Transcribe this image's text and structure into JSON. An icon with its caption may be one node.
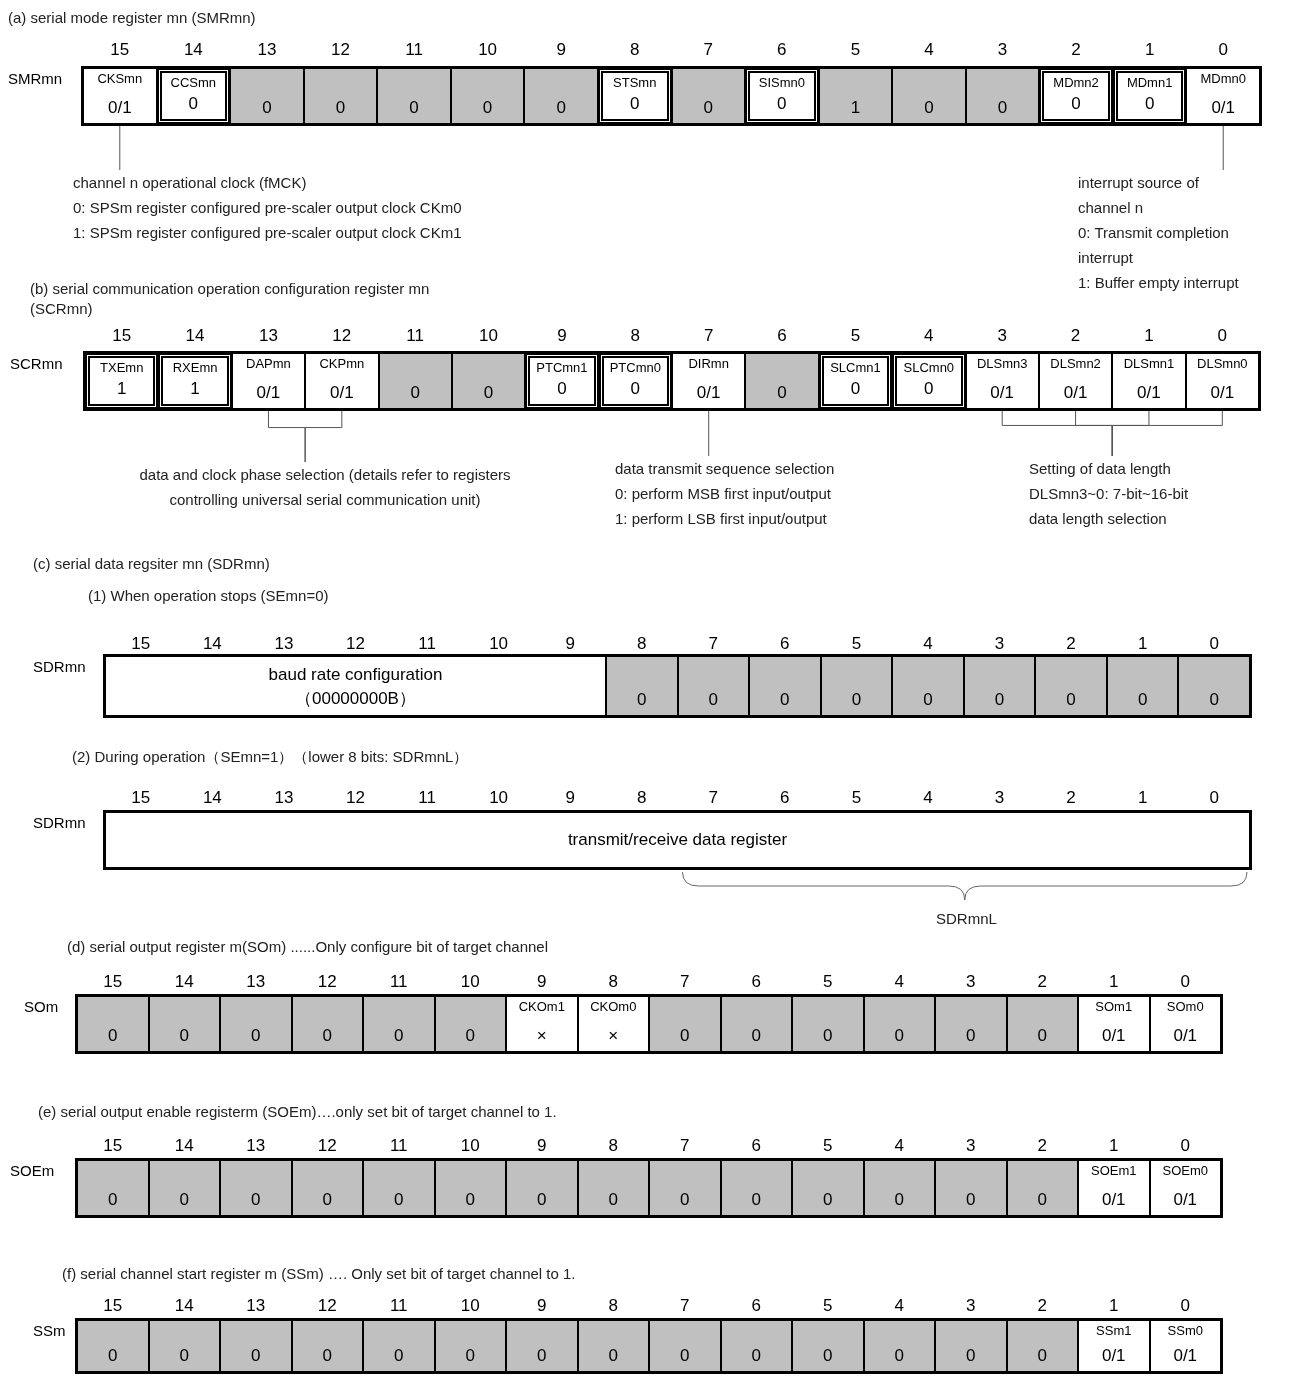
{
  "diagram": {
    "nodes": [
      {
        "text": [
          "SMRmn"
        ]
      },
      {
        "text": [
          "CKSmn",
          "0/1"
        ],
        "in": 0
      },
      {
        "text": [
          "CCSmn",
          "0"
        ],
        "in": 0
      },
      {
        "text": [
          "0"
        ],
        "in": 0
      },
      {
        "text": [
          "0"
        ],
        "in": 0
      },
      {
        "text": [
          "0"
        ],
        "in": 0
      },
      {
        "text": [
          "0"
        ],
        "in": 0
      },
      {
        "text": [
          "0"
        ],
        "in": 0
      },
      {
        "text": [
          "STSmn",
          "0"
        ],
        "in": 0
      },
      {
        "text": [
          "0"
        ],
        "in": 0
      },
      {
        "text": [
          "SISmn0",
          "0"
        ],
        "in": 0
      },
      {
        "text": [
          "1"
        ],
        "in": 0
      },
      {
        "text": [
          "0"
        ],
        "in": 0
      },
      {
        "text": [
          "0"
        ],
        "in": 0
      },
      {
        "text": [
          "MDmn2",
          "0"
        ],
        "in": 0
      },
      {
        "text": [
          "MDmn1",
          "0"
        ],
        "in": 0
      },
      {
        "text": [
          "MDmn0",
          "0/1"
        ],
        "in": 0
      },
      {
        "text": [
          "channel n operational clock (fMCK)",
          "0: SPSm register configured pre-scaler output clock CKm0",
          "1: SPSm register configured pre-scaler output clock CKm1"
        ]
      },
      {
        "text": [
          "interrupt source of channel n",
          "0: Transmit completion interrupt",
          "1: Buffer empty interrupt"
        ]
      },
      {
        "text": [
          "SCRmn"
        ]
      },
      {
        "text": [
          "TXEmn",
          "1"
        ],
        "in": 19
      },
      {
        "text": [
          "RXEmn",
          "1"
        ],
        "in": 19
      },
      {
        "text": [
          "DAPmn",
          "0/1"
        ],
        "in": 19
      },
      {
        "text": [
          "CKPmn",
          "0/1"
        ],
        "in": 19
      },
      {
        "text": [
          "0"
        ],
        "in": 19
      },
      {
        "text": [
          "0"
        ],
        "in": 19
      },
      {
        "text": [
          "PTCmn1",
          "0"
        ],
        "in": 19
      },
      {
        "text": [
          "PTCmn0",
          "0"
        ],
        "in": 19
      },
      {
        "text": [
          "DIRmn",
          "0/1"
        ],
        "in": 19
      },
      {
        "text": [
          "0"
        ],
        "in": 19
      },
      {
        "text": [
          "SLCmn1",
          "0"
        ],
        "in": 19
      },
      {
        "text": [
          "SLCmn0",
          "0"
        ],
        "in": 19
      },
      {
        "text": [
          "DLSmn3",
          "0/1"
        ],
        "in": 19
      },
      {
        "text": [
          "DLSmn2",
          "0/1"
        ],
        "in": 19
      },
      {
        "text": [
          "DLSmn1",
          "0/1"
        ],
        "in": 19
      },
      {
        "text": [
          "DLSmn0",
          "0/1"
        ],
        "in": 19
      },
      {
        "text": [
          "data and clock phase selection (details refer to registers controlling universal serial communication unit)"
        ]
      },
      {
        "text": [
          "data transmit sequence selection",
          "0: perform MSB first input/output",
          "1: perform LSB first input/output"
        ]
      },
      {
        "text": [
          "Setting of data length",
          "DLSmn3~0: 7-bit~16-bit data length selection"
        ]
      },
      {
        "text": [
          "SDRmn"
        ]
      },
      {
        "text": [
          "baud rate configuration",
          "（00000000B）"
        ],
        "in": 39
      },
      {
        "text": [
          "0"
        ],
        "in": 39
      },
      {
        "text": [
          "0"
        ],
        "in": 39
      },
      {
        "text": [
          "0"
        ],
        "in": 39
      },
      {
        "text": [
          "0"
        ],
        "in": 39
      },
      {
        "text": [
          "0"
        ],
        "in": 39
      },
      {
        "text": [
          "0"
        ],
        "in": 39
      },
      {
        "text": [
          "0"
        ],
        "in": 39
      },
      {
        "text": [
          "0"
        ],
        "in": 39
      },
      {
        "text": [
          "0"
        ],
        "in": 39
      },
      {
        "text": [
          "SDRmn"
        ]
      },
      {
        "text": [
          "transmit/receive data register"
        ],
        "in": 50
      },
      {
        "text": [
          "SOm"
        ]
      },
      {
        "text": [
          "0"
        ],
        "in": 52
      },
      {
        "text": [
          "0"
        ],
        "in": 52
      },
      {
        "text": [
          "0"
        ],
        "in": 52
      },
      {
        "text": [
          "0"
        ],
        "in": 52
      },
      {
        "text": [
          "0"
        ],
        "in": 52
      },
      {
        "text": [
          "0"
        ],
        "in": 52
      },
      {
        "text": [
          "CKOm1",
          "×"
        ],
        "in": 52
      },
      {
        "text": [
          "CKOm0",
          "×"
        ],
        "in": 52
      },
      {
        "text": [
          "0"
        ],
        "in": 52
      },
      {
        "text": [
          "0"
        ],
        "in": 52
      },
      {
        "text": [
          "0"
        ],
        "in": 52
      },
      {
        "text": [
          "0"
        ],
        "in": 52
      },
      {
        "text": [
          "0"
        ],
        "in": 52
      },
      {
        "text": [
          "0"
        ],
        "in": 52
      },
      {
        "text": [
          "SOm1",
          "0/1"
        ],
        "in": 52
      },
      {
        "text": [
          "SOm0",
          "0/1"
        ],
        "in": 52
      },
      {
        "text": [
          "SOEm"
        ]
      },
      {
        "text": [
          "0"
        ],
        "in": 69
      },
      {
        "text": [
          "0"
        ],
        "in": 69
      },
      {
        "text": [
          "0"
        ],
        "in": 69
      },
      {
        "text": [
          "0"
        ],
        "in": 69
      },
      {
        "text": [
          "0"
        ],
        "in": 69
      },
      {
        "text": [
          "0"
        ],
        "in": 69
      },
      {
        "text": [
          "0"
        ],
        "in": 69
      },
      {
        "text": [
          "0"
        ],
        "in": 69
      },
      {
        "text": [
          "0"
        ],
        "in": 69
      },
      {
        "text": [
          "0"
        ],
        "in": 69
      },
      {
        "text": [
          "0"
        ],
        "in": 69
      },
      {
        "text": [
          "0"
        ],
        "in": 69
      },
      {
        "text": [
          "0"
        ],
        "in": 69
      },
      {
        "text": [
          "0"
        ],
        "in": 69
      },
      {
        "text": [
          "SOEm1",
          "0/1"
        ],
        "in": 69
      },
      {
        "text": [
          "SOEm0",
          "0/1"
        ],
        "in": 69
      },
      {
        "text": [
          "SSm"
        ]
      },
      {
        "text": [
          "0"
        ],
        "in": 86
      },
      {
        "text": [
          "0"
        ],
        "in": 86
      },
      {
        "text": [
          "0"
        ],
        "in": 86
      },
      {
        "text": [
          "0"
        ],
        "in": 86
      },
      {
        "text": [
          "0"
        ],
        "in": 86
      },
      {
        "text": [
          "0"
        ],
        "in": 86
      },
      {
        "text": [
          "0"
        ],
        "in": 86
      },
      {
        "text": [
          "0"
        ],
        "in": 86
      },
      {
        "text": [
          "0"
        ],
        "in": 86
      },
      {
        "text": [
          "0"
        ],
        "in": 86
      },
      {
        "text": [
          "0"
        ],
        "in": 86
      },
      {
        "text": [
          "0"
        ],
        "in": 86
      },
      {
        "text": [
          "0"
        ],
        "in": 86
      },
      {
        "text": [
          "0"
        ],
        "in": 86
      },
      {
        "text": [
          "SSm1",
          "0/1"
        ],
        "in": 86
      },
      {
        "text": [
          "SSm0",
          "0/1"
        ],
        "in": 86
      }
    ],
    "edges": [
      {
        "from": 17,
        "to": 1,
        "arrow": "none"
      },
      {
        "from": 18,
        "to": 16,
        "arrow": "none"
      },
      {
        "from": 36,
        "to": 22,
        "arrow": "none"
      },
      {
        "from": 36,
        "to": 23,
        "arrow": "none"
      },
      {
        "from": 37,
        "to": 28,
        "arrow": "none"
      },
      {
        "from": 38,
        "to": 32,
        "arrow": "none"
      },
      {
        "from": 38,
        "to": 33,
        "arrow": "none"
      },
      {
        "from": 38,
        "to": 34,
        "arrow": "none"
      },
      {
        "from": 38,
        "to": 35,
        "arrow": "none"
      }
    ],
    "labels": [
      "(a) serial mode register mn (SMRmn)",
      "15",
      "14",
      "13",
      "12",
      "11",
      "10",
      "9",
      "8",
      "7",
      "6",
      "5",
      "4",
      "3",
      "2",
      "1",
      "0",
      "(b) serial communication operation configuration register mn (SCRmn)",
      "15",
      "14",
      "13",
      "12",
      "11",
      "10",
      "9",
      "8",
      "7",
      "6",
      "5",
      "4",
      "3",
      "2",
      "1",
      "0",
      "(c) serial data regsiter mn (SDRmn)",
      "(1) When operation stops (SEmn=0)",
      "15",
      "14",
      "13",
      "12",
      "11",
      "10",
      "9",
      "8",
      "7",
      "6",
      "5",
      "4",
      "3",
      "2",
      "1",
      "0",
      "(2) During operation（SEmn=1）（lower 8 bits: SDRmnL）",
      "15",
      "14",
      "13",
      "12",
      "11",
      "10",
      "9",
      "8",
      "7",
      "6",
      "5",
      "4",
      "3",
      "2",
      "1",
      "0",
      "SDRmnL",
      "(d) serial output register m(SOm) ......Only configure bit of target channel",
      "15",
      "14",
      "13",
      "12",
      "11",
      "10",
      "9",
      "8",
      "7",
      "6",
      "5",
      "4",
      "3",
      "2",
      "1",
      "0",
      "(e) serial output enable registerm (SOEm)….only set bit of target channel to 1.",
      "15",
      "14",
      "13",
      "12",
      "11",
      "10",
      "9",
      "8",
      "7",
      "6",
      "5",
      "4",
      "3",
      "2",
      "1",
      "0",
      "(f) serial channel start register m (SSm) …. Only set bit of target channel to 1.",
      "15",
      "14",
      "13",
      "12",
      "11",
      "10",
      "9",
      "8",
      "7",
      "6",
      "5",
      "4",
      "3",
      "2",
      "1",
      "0"
    ]
  }
}
